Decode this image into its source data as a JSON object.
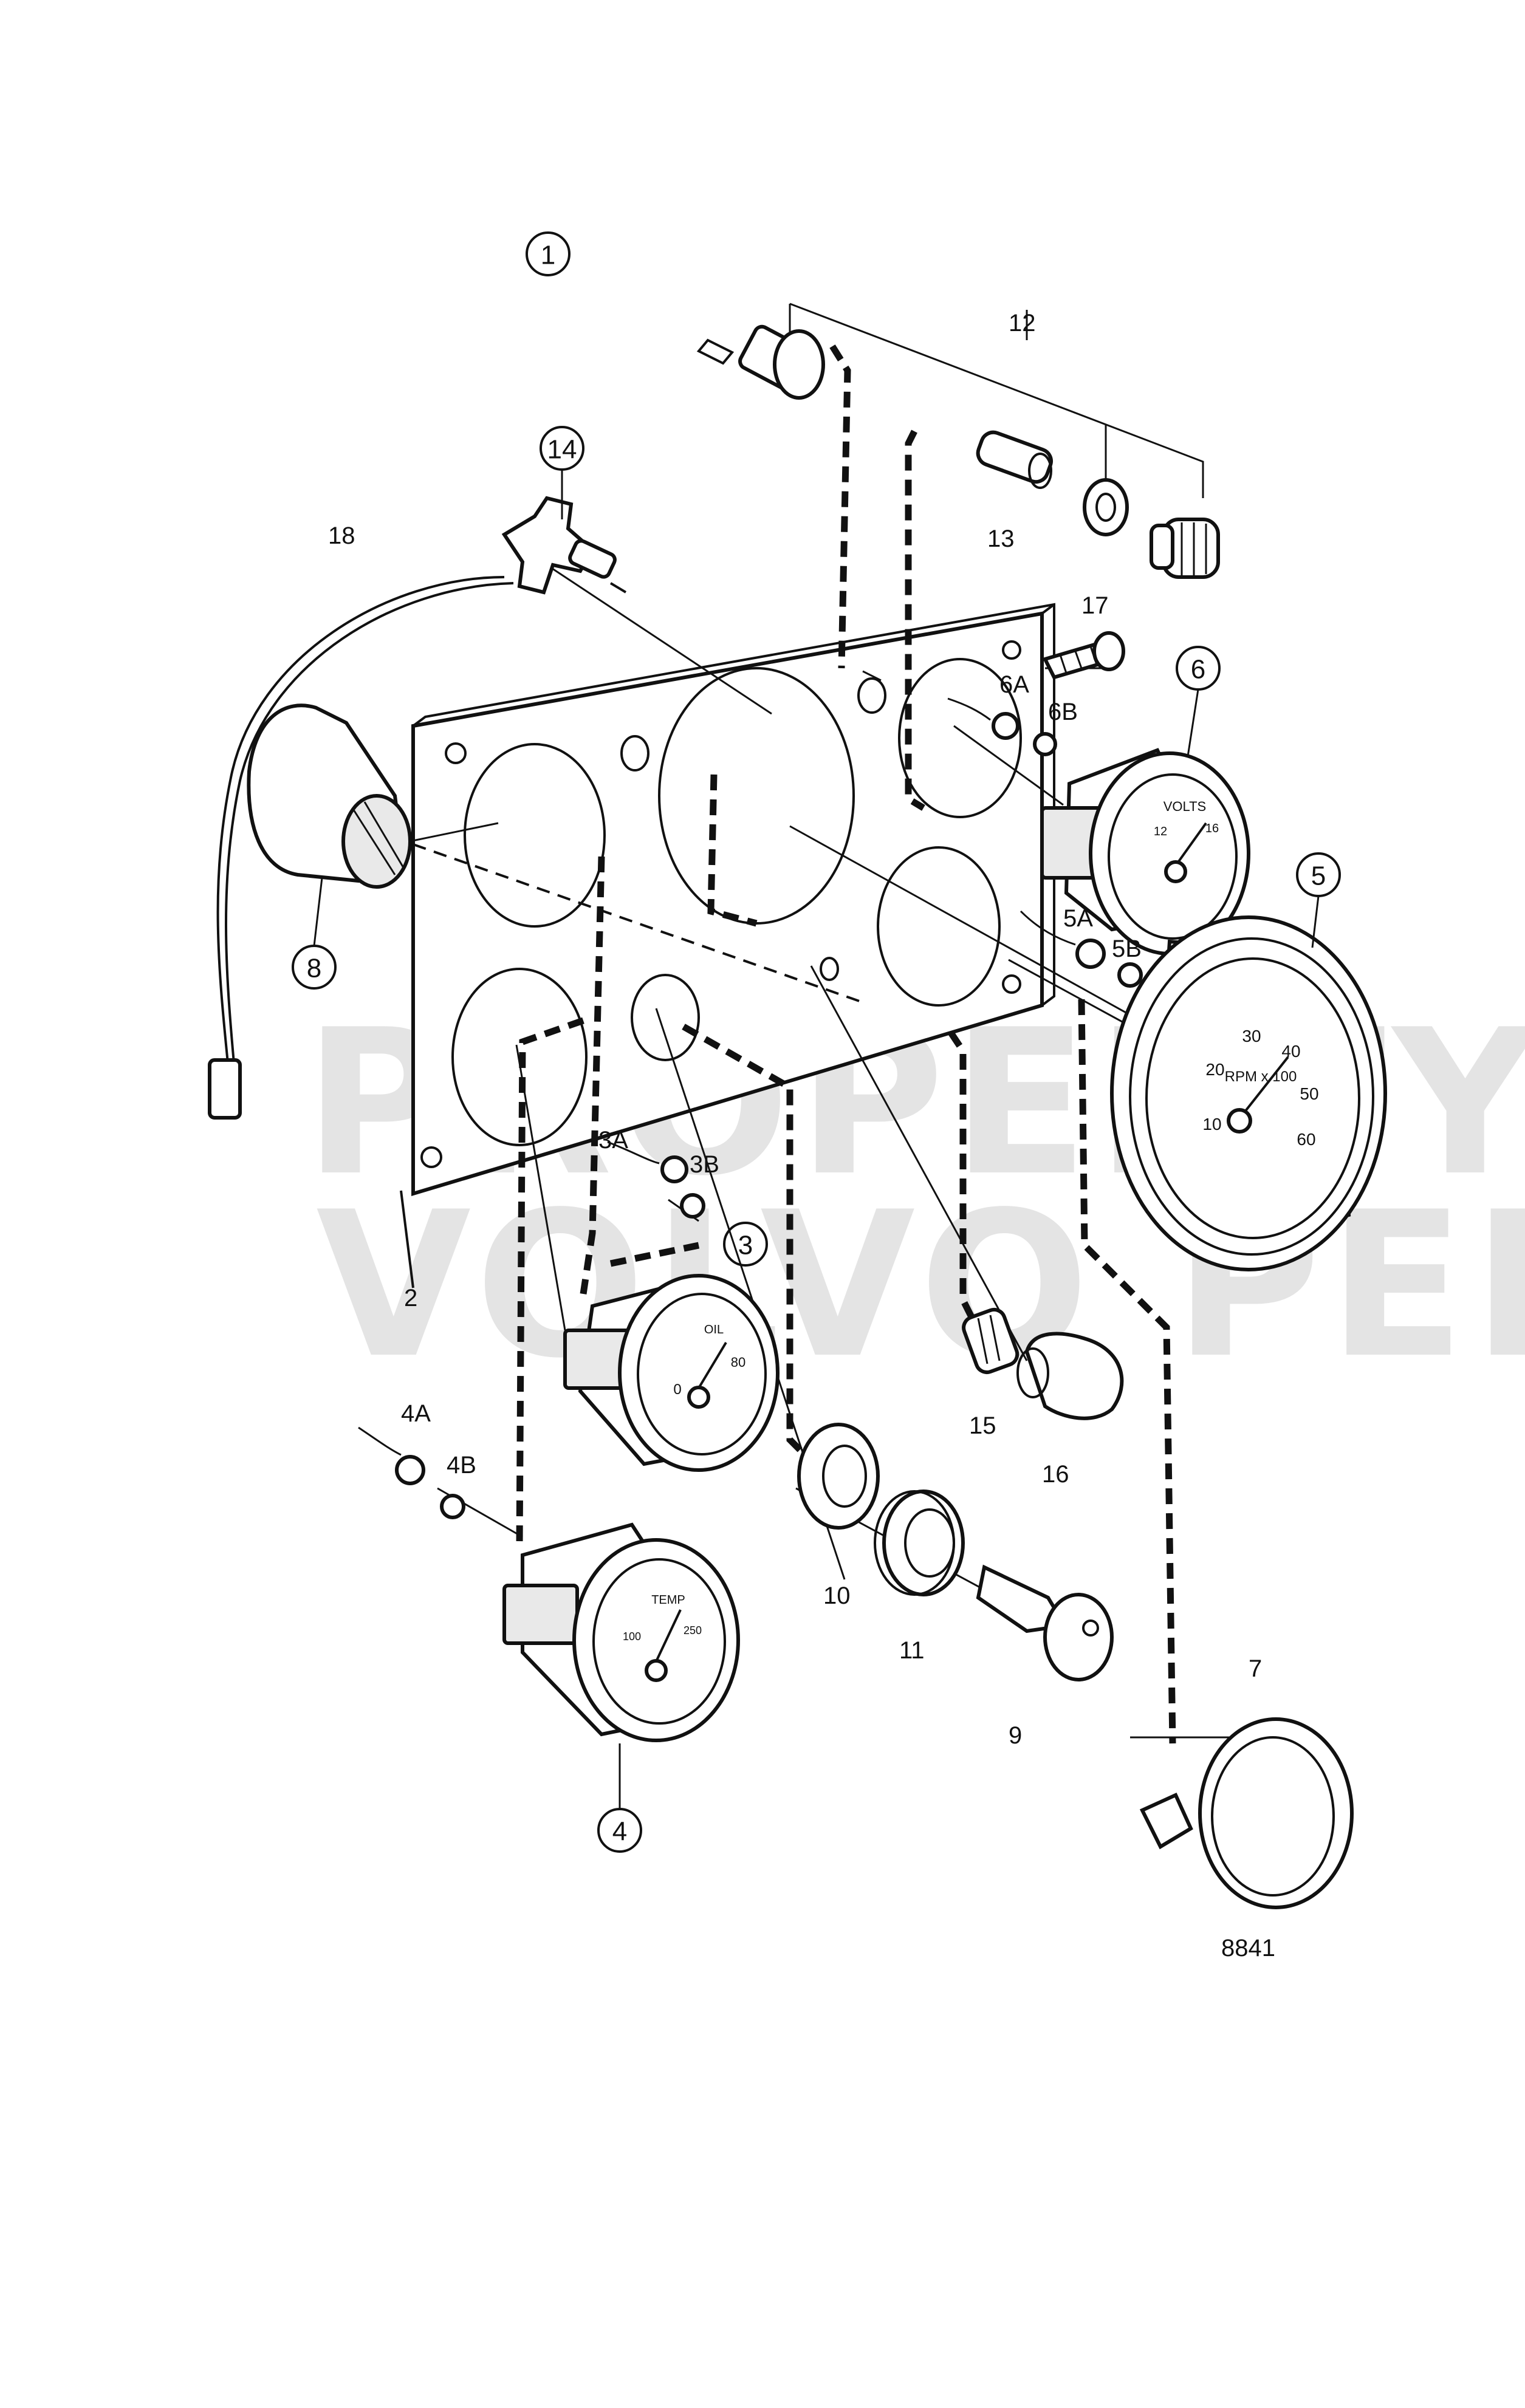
{
  "watermark": {
    "line1": "PROPERTY OF",
    "line2": "VOLVO PENTA"
  },
  "figure_number": "8841",
  "callouts_circled": [
    {
      "id": "1",
      "text": "1"
    },
    {
      "id": "3",
      "text": "3"
    },
    {
      "id": "4",
      "text": "4"
    },
    {
      "id": "5",
      "text": "5"
    },
    {
      "id": "6",
      "text": "6"
    },
    {
      "id": "8",
      "text": "8"
    },
    {
      "id": "14",
      "text": "14"
    }
  ],
  "callouts_plain": [
    {
      "id": "2",
      "text": "2"
    },
    {
      "id": "3A",
      "text": "3A"
    },
    {
      "id": "3B",
      "text": "3B"
    },
    {
      "id": "4A",
      "text": "4A"
    },
    {
      "id": "4B",
      "text": "4B"
    },
    {
      "id": "5A",
      "text": "5A"
    },
    {
      "id": "5B",
      "text": "5B"
    },
    {
      "id": "6A",
      "text": "6A"
    },
    {
      "id": "6B",
      "text": "6B"
    },
    {
      "id": "7",
      "text": "7"
    },
    {
      "id": "9",
      "text": "9"
    },
    {
      "id": "10",
      "text": "10"
    },
    {
      "id": "11",
      "text": "11"
    },
    {
      "id": "12",
      "text": "12"
    },
    {
      "id": "13",
      "text": "13"
    },
    {
      "id": "15",
      "text": "15"
    },
    {
      "id": "16",
      "text": "16"
    },
    {
      "id": "17",
      "text": "17"
    },
    {
      "id": "18",
      "text": "18"
    }
  ],
  "gauges": {
    "voltmeter": {
      "unit": "VOLTS",
      "ticks": [
        "12",
        "16"
      ]
    },
    "tachometer": {
      "unit": "RPM x 100",
      "ticks": [
        "10",
        "20",
        "30",
        "40",
        "50",
        "60"
      ]
    },
    "oil_pressure": {
      "unit": "OIL",
      "ticks": [
        "0",
        "80"
      ]
    },
    "temperature": {
      "unit": "TEMP",
      "ticks": [
        "100",
        "250"
      ]
    }
  }
}
